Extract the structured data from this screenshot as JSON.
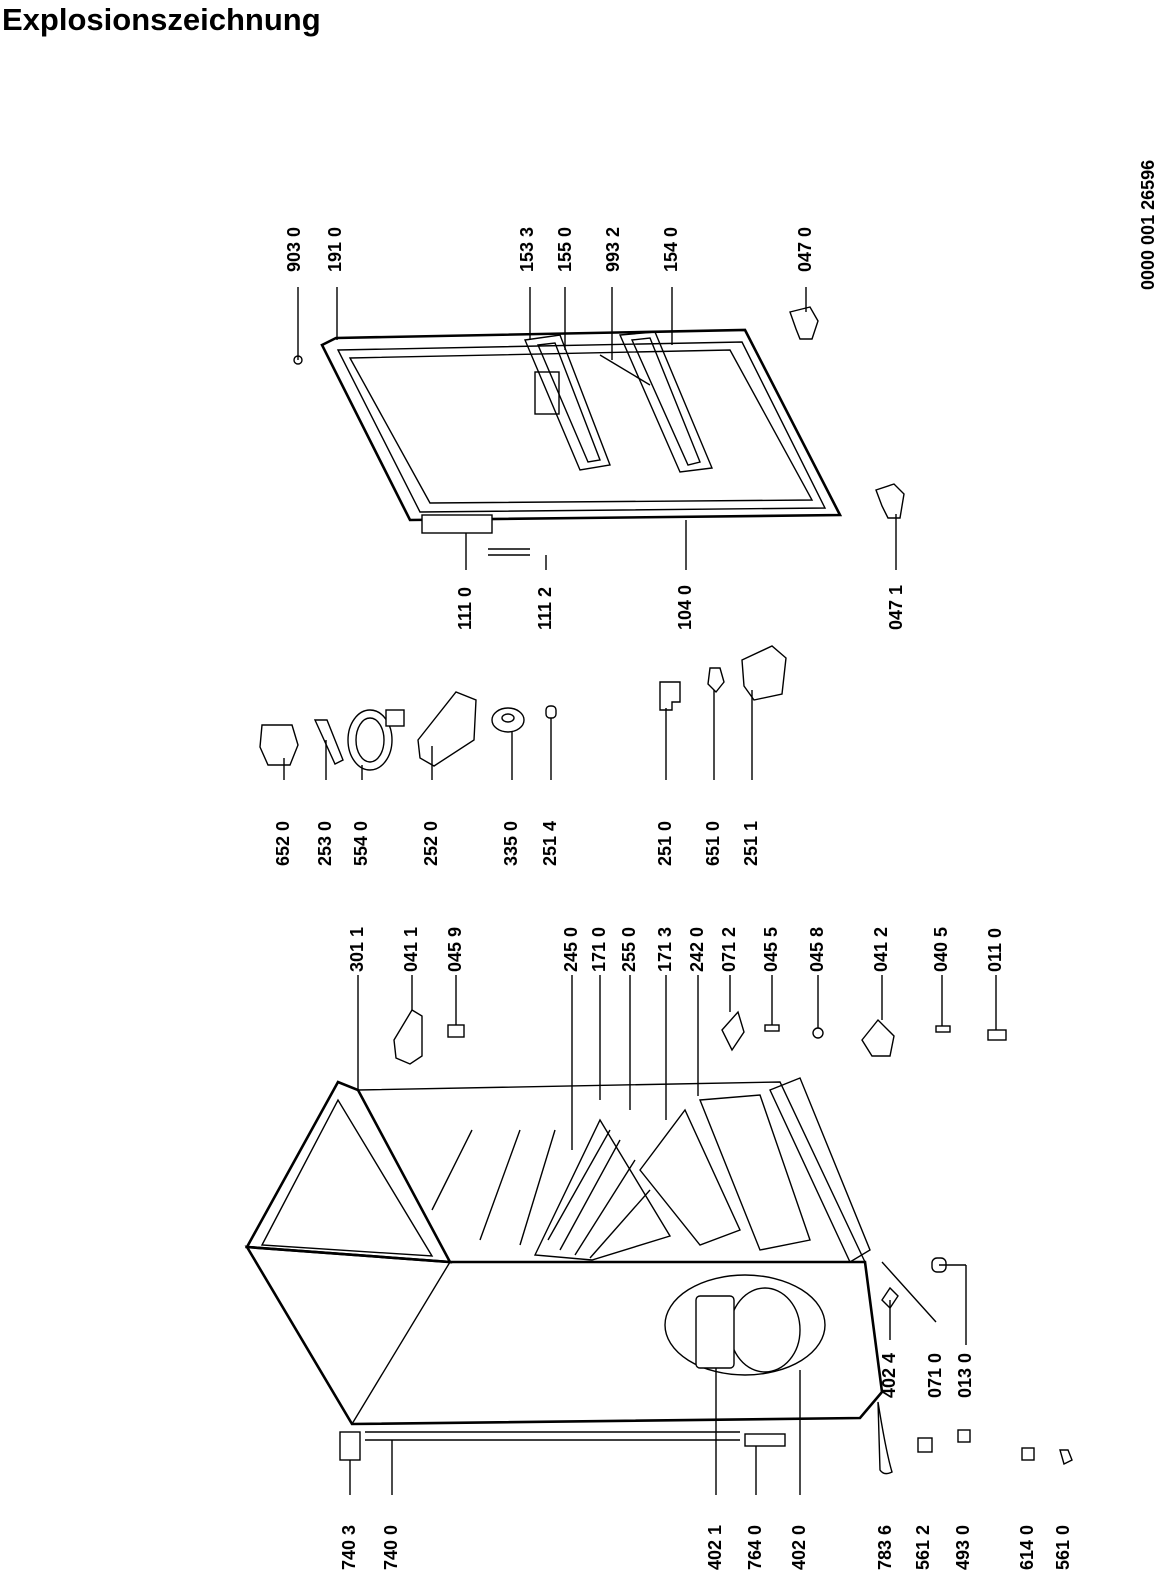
{
  "title": "Explosionszeichnung",
  "doc_number": "0000 001 26596",
  "part_labels": [
    "903 0",
    "191 0",
    "153 3",
    "155 0",
    "993 2",
    "154 0",
    "047 0",
    "111 0",
    "111 2",
    "104 0",
    "047 1",
    "652 0",
    "253 0",
    "554 0",
    "252 0",
    "335 0",
    "251 4",
    "251 0",
    "651 0",
    "251 1",
    "301  1",
    "041 1",
    "045 9",
    "245 0",
    "171 0",
    "255 0",
    "171 3",
    "242 0",
    "071 2",
    "045 5",
    "045 8",
    "041 2",
    "040 5",
    "011 0",
    "402 4",
    "071 0",
    "013 0",
    "740 3",
    "740 0",
    "402 1",
    "764 0",
    "402 0",
    "783 6",
    "561 2",
    "493 0",
    "614 0",
    "561 0"
  ]
}
